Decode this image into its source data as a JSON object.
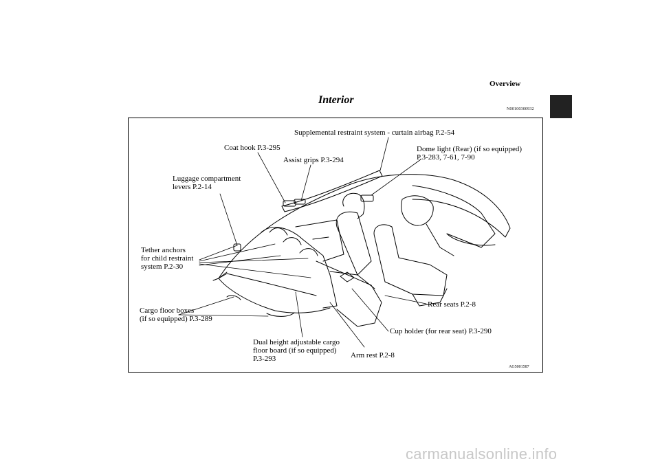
{
  "header": {
    "section": "Overview"
  },
  "page": {
    "title": "Interior",
    "code": "N00100300932"
  },
  "figure": {
    "code": "AG5001587",
    "labels": {
      "curtain_airbag": "Supplemental restraint system - curtain airbag P.2-54",
      "coat_hook": "Coat hook P.3-295",
      "dome_light": "Dome light (Rear) (if so equipped)\nP.3-283, 7-61, 7-90",
      "assist_grips": "Assist grips P.3-294",
      "luggage_levers": "Luggage compartment\nlevers P.2-14",
      "tether_anchors": "Tether anchors\nfor child restraint\nsystem P.2-30",
      "rear_seats": "Rear seats P.2-8",
      "cargo_floor_boxes": "Cargo floor boxes\n(if so equipped) P.3-289",
      "cup_holder": "Cup holder (for rear seat) P.3-290",
      "cargo_board": "Dual height adjustable cargo\nfloor board (if so equipped)\nP.3-293",
      "arm_rest": "Arm rest P.2-8"
    }
  },
  "watermark": "carmanualsonline.info"
}
